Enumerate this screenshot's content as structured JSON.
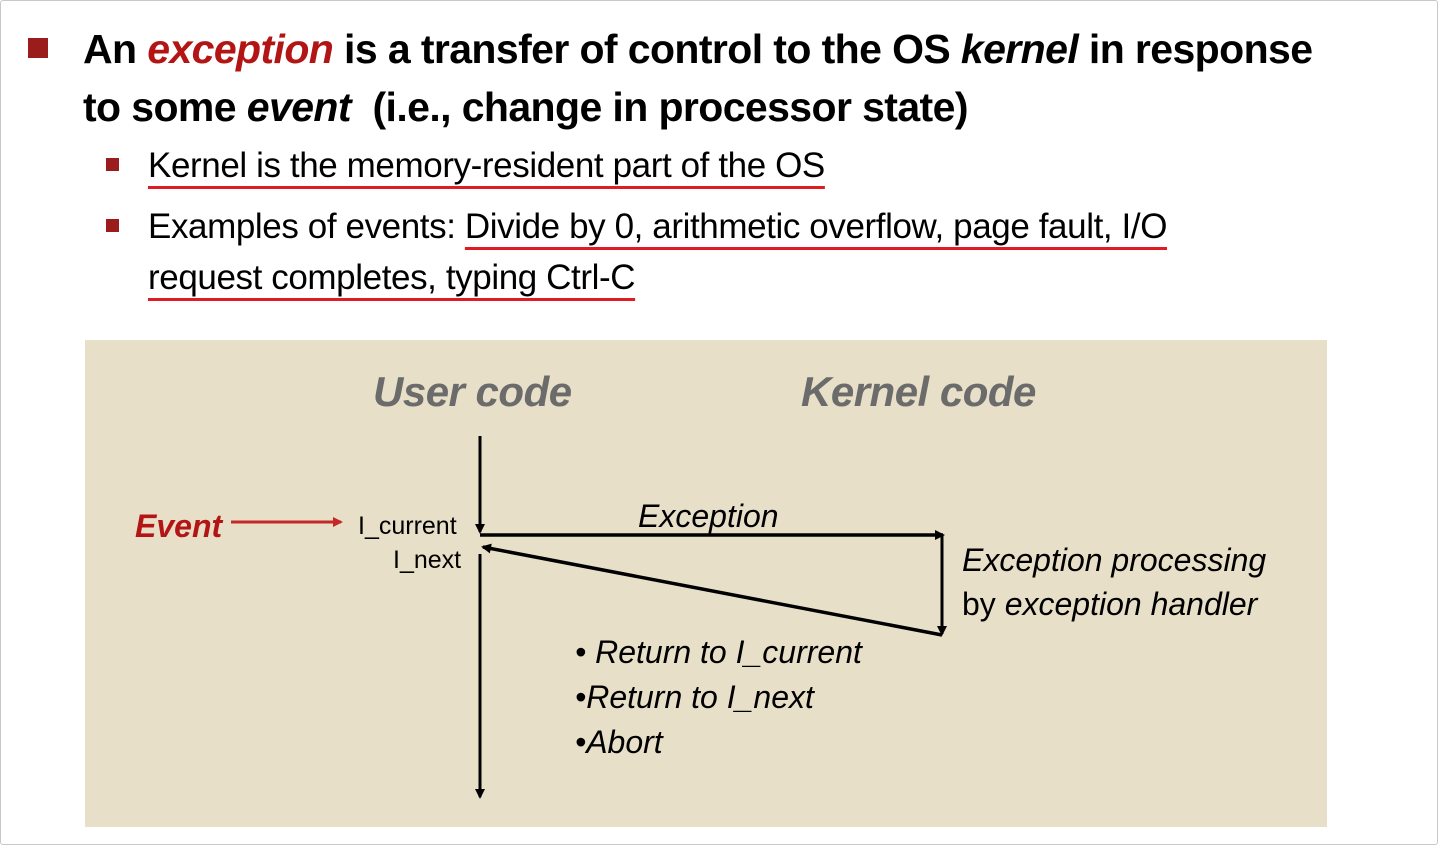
{
  "heading": {
    "line1_pre": "An ",
    "line1_exception": "exception",
    "line1_mid": " is a transfer of control to the OS ",
    "line1_kernel": "kernel",
    "line1_post": " in response",
    "line2_pre": "to some ",
    "line2_event": "event",
    "line2_post": "  (i.e., change in processor state)"
  },
  "bullets": {
    "b1": "Kernel is the memory-resident part of the OS",
    "b2_pre": "Examples of events: ",
    "b2_line1_ul": "Divide by 0, arithmetic overflow, page fault, I/O",
    "b2_line2_ul": "request completes, typing Ctrl-C"
  },
  "diagram": {
    "user_code": "User code",
    "kernel_code": "Kernel code",
    "event": "Event",
    "i_current": "I_current",
    "i_next": "I_next",
    "exception": "Exception",
    "processing_line1": "Exception processing",
    "processing_line2_pre": "by ",
    "processing_line2_it": "exception handler",
    "options": [
      "Return to I_current",
      "Return to I_next",
      "Abort"
    ],
    "colors": {
      "background": "#e8dfc8",
      "event_red": "#b31414",
      "title_gray": "#6b6b6b"
    }
  }
}
